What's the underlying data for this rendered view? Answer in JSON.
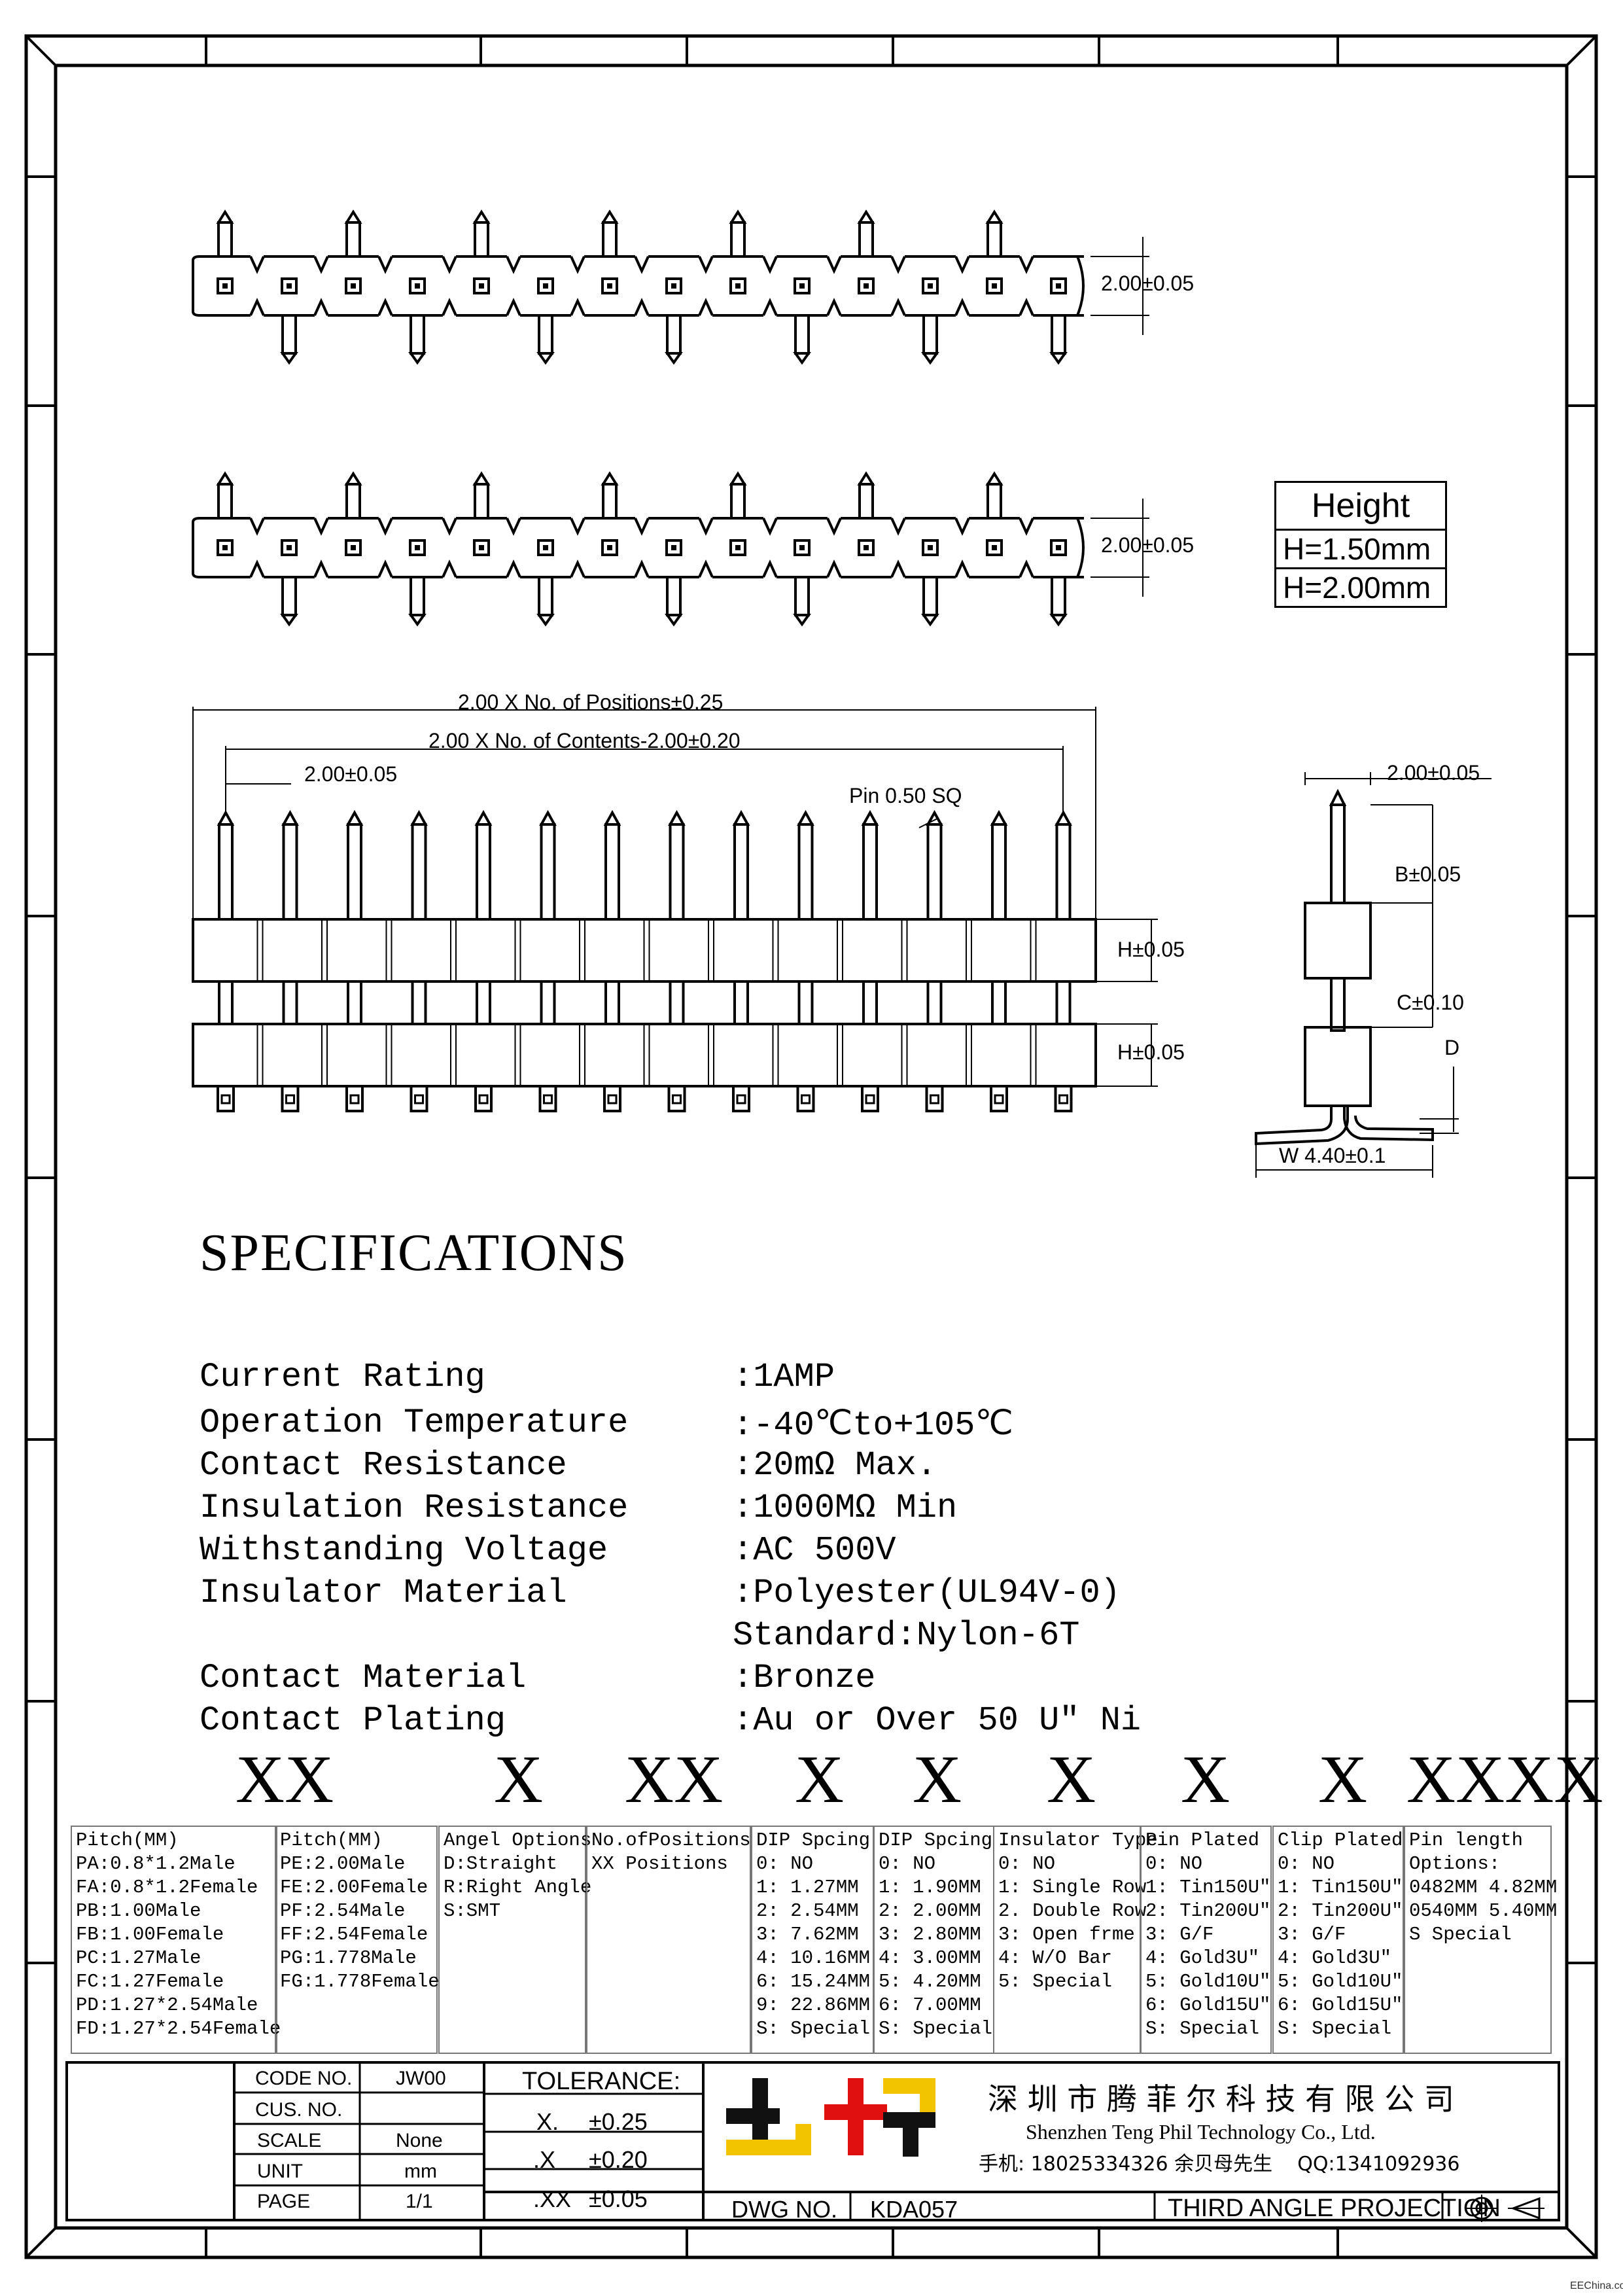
{
  "drawing": {
    "dims": {
      "top_height_1": "2.00±0.05",
      "top_height_2": "2.00±0.05",
      "positions": "2.00 X No. of Positions±0.25",
      "contents": "2.00 X No. of Contents-2.00±0.20",
      "pitch": "2.00±0.05",
      "pin": "Pin 0.50 SQ",
      "h1": "H±0.05",
      "h2": "H±0.05",
      "side_top": "2.00±0.05",
      "side_b": "B±0.05",
      "side_c": "C±0.10",
      "side_d": "D",
      "side_w": "W 4.40±0.1"
    },
    "height_box": {
      "title": "Height",
      "opt1": "H=1.50mm",
      "opt2": "H=2.00mm"
    }
  },
  "specs": {
    "title": "SPECIFICATIONS",
    "rows": [
      {
        "label": "Current Rating",
        "value": ":1AMP"
      },
      {
        "label": "Operation Temperature",
        "value": ":-40℃to+105℃"
      },
      {
        "label": "Contact Resistance",
        "value": ":20mΩ Max."
      },
      {
        "label": "Insulation Resistance",
        "value": ":1000MΩ Min"
      },
      {
        "label": "Withstanding Voltage",
        "value": ":AC 500V"
      },
      {
        "label": "Insulator Material",
        "value": ":Polyester(UL94V-0)"
      },
      {
        "label": "",
        "value": "Standard:Nylon-6T"
      },
      {
        "label": "Contact Material",
        "value": ":Bronze"
      },
      {
        "label": "Contact Plating",
        "value": ":Au or Over 50 U\" Ni"
      }
    ]
  },
  "part_code": [
    "XX",
    "X",
    "XX",
    "X",
    "X",
    "X",
    "X",
    "X",
    "XXXX"
  ],
  "options": [
    "Pitch(MM)\nPA:0.8*1.2Male\nFA:0.8*1.2Female\nPB:1.00Male\nFB:1.00Female\nPC:1.27Male\nFC:1.27Female\nPD:1.27*2.54Male\nFD:1.27*2.54Female",
    "Pitch(MM)\nPE:2.00Male\nFE:2.00Female\nPF:2.54Male\nFF:2.54Female\nPG:1.778Male\nFG:1.778Female",
    "Angel Options\nD:Straight\nR:Right Angle\nS:SMT",
    "No.ofPositions\nXX Positions",
    "DIP Spcing\n0: NO\n1: 1.27MM\n2: 2.54MM\n3: 7.62MM\n4: 10.16MM\n6: 15.24MM\n9: 22.86MM\nS: Special",
    "DIP Spcing\n0: NO\n1: 1.90MM\n2: 2.00MM\n3: 2.80MM\n4: 3.00MM\n5: 4.20MM\n6: 7.00MM\nS: Special",
    "Insulator Type\n0: NO\n1: Single Row\n2. Double Row\n3: Open frme\n4: W/O Bar\n5: Special",
    "Pin Plated\n0: NO\n1: Tin150U\"\n2: Tin200U\"\n3: G/F\n4: Gold3U\"\n5: Gold10U\"\n6: Gold15U\"\nS: Special",
    "Clip Plated\n0: NO\n1: Tin150U\"\n2: Tin200U\"\n3: G/F\n4: Gold3U\"\n5: Gold10U\"\n6: Gold15U\"\nS: Special",
    "Pin length\nOptions:\n0482MM 4.82MM\n0540MM 5.40MM\nS Special"
  ],
  "title_block": {
    "code_no_label": "CODE NO.",
    "code_no_value": "JW00",
    "cus_no_label": "CUS. NO.",
    "scale_label": "SCALE",
    "scale_value": "None",
    "unit_label": "UNIT",
    "unit_value": "mm",
    "page_label": "PAGE",
    "page_value": "1/1",
    "tolerance_label": "TOLERANCE:",
    "tol_x_label": "X.",
    "tol_x_value": "±0.25",
    "tol_x1_label": ".X",
    "tol_x1_value": "±0.20",
    "tol_x2_label": ".XX",
    "tol_x2_value": "±0.05",
    "dwg_no_label": "DWG NO.",
    "dwg_no_value": "KDA057",
    "company_cn": "深 圳 市 腾 菲 尔 科 技 有 限 公 司",
    "company_en": "Shenzhen Teng Phil Technology Co., Ltd.",
    "contact": "手机: 18025334326 余贝母先生    QQ:1341092936",
    "projection": "THIRD ANGLE PROJECTION",
    "colors": {
      "yellow": "#f2c400",
      "red": "#e01010",
      "black": "#111111"
    }
  },
  "footer": {
    "watermark": "EEChina.com"
  }
}
